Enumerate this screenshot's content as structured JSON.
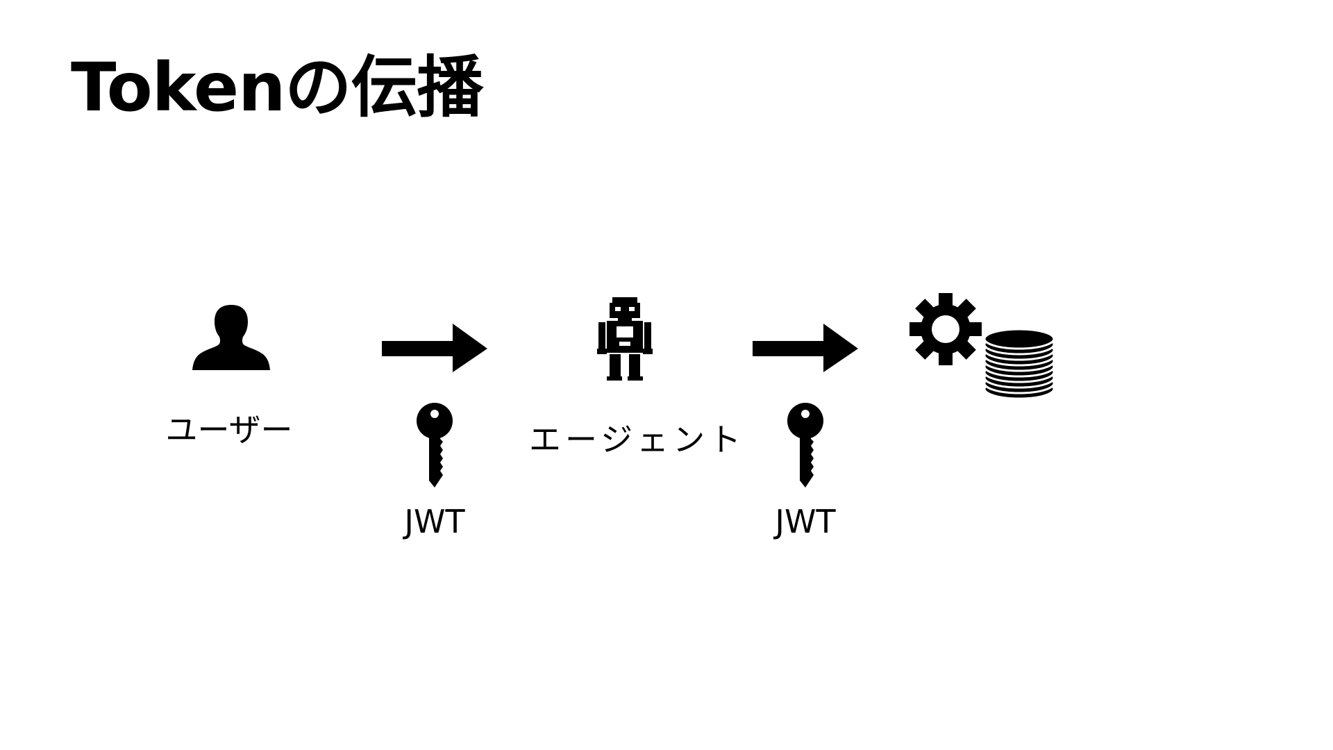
{
  "slide": {
    "title": "Tokenの伝播",
    "nodes": {
      "user_label": "ユーザー",
      "agent_label": "エージェント"
    },
    "tokens": [
      {
        "label": "JWT",
        "icon": "key-icon"
      },
      {
        "label": "JWT",
        "icon": "key-icon"
      }
    ],
    "icons": {
      "user": "user-silhouette-icon",
      "agent": "robot-icon",
      "service": "gear-icon",
      "database": "database-icon",
      "arrow": "arrow-right-icon"
    },
    "colors": {
      "foreground": "#000000",
      "background": "#ffffff"
    }
  }
}
